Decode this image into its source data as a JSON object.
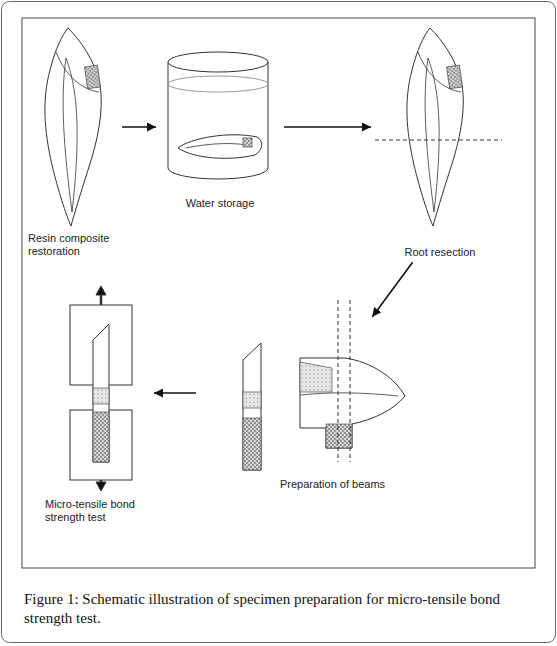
{
  "diagram": {
    "caption": "Figure 1: Schematic illustration of specimen preparation for micro-tensile bond strength test.",
    "nodes": [
      {
        "text": [
          "Resin composite restoration"
        ]
      },
      {
        "text": [
          "Water storage"
        ]
      },
      {
        "text": [
          "Root resection"
        ]
      },
      {
        "text": [
          "Preparation of beams"
        ]
      },
      {
        "text": [
          "Micro-tensile bond strength test"
        ]
      }
    ],
    "edges": [
      {
        "from": 0,
        "to": 1,
        "arrow": "to"
      },
      {
        "from": 1,
        "to": 2,
        "arrow": "to"
      },
      {
        "from": 2,
        "to": 3,
        "arrow": "to"
      },
      {
        "from": 3,
        "to": 4,
        "arrow": "to"
      }
    ]
  }
}
